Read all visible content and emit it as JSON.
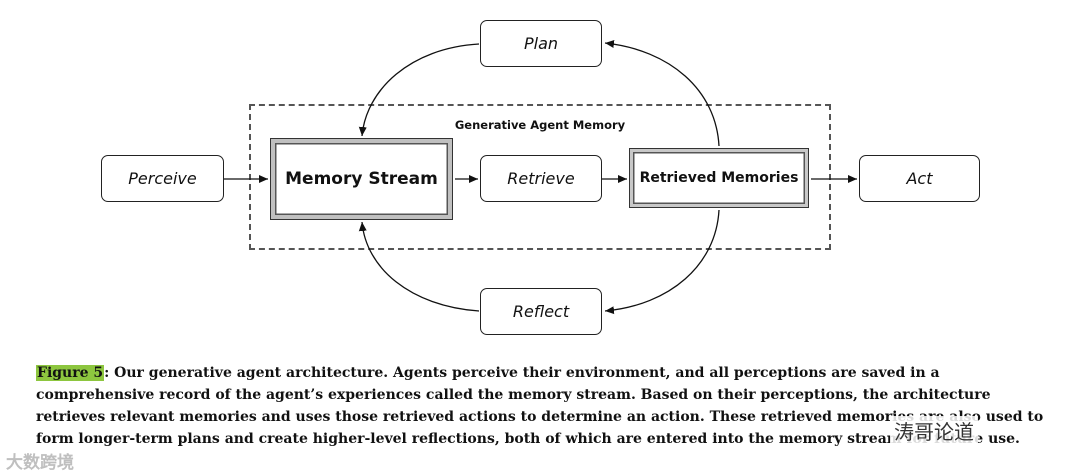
{
  "diagram": {
    "group_title": "Generative Agent Memory",
    "nodes": {
      "perceive": "Perceive",
      "memory_stream": "Memory Stream",
      "retrieve": "Retrieve",
      "retrieved_memories": "Retrieved Memories",
      "act": "Act",
      "plan": "Plan",
      "reflect": "Reflect"
    }
  },
  "caption": {
    "label": "Figure 5",
    "text": ": Our generative agent architecture. Agents perceive their environment, and all perceptions are saved in a comprehensive record of the agent’s experiences called the memory stream. Based on their perceptions, the architecture retrieves relevant memories and uses those retrieved actions to determine an action. These retrieved memories are also used to form longer-term plans and create higher-level reflections, both of which are entered into the memory stream for future use."
  },
  "watermarks": {
    "left": "大数跨境",
    "right": "涛哥论道"
  }
}
